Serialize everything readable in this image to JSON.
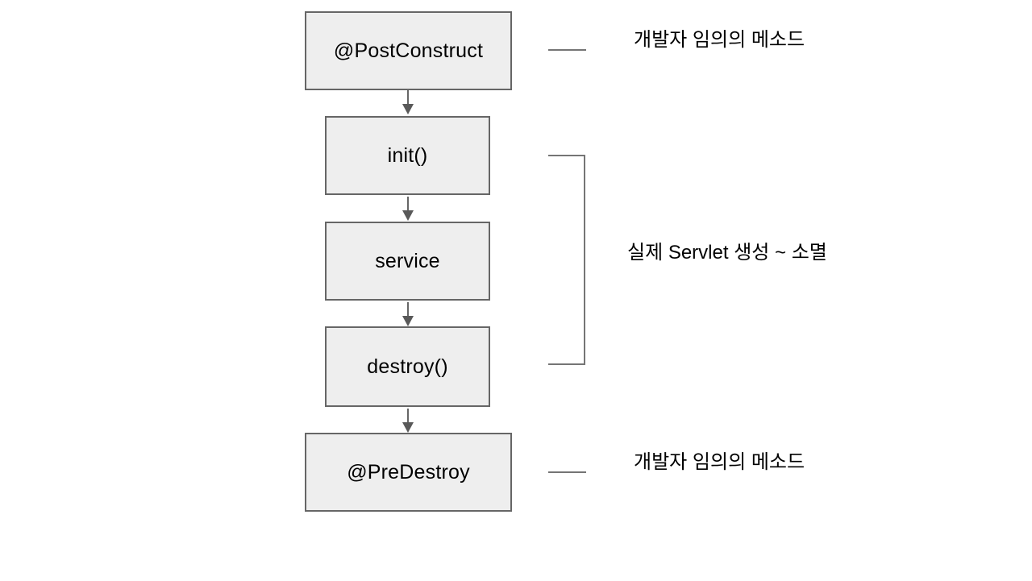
{
  "diagram": {
    "type": "flowchart",
    "nodes": [
      {
        "id": "postconstruct",
        "label": "@PostConstruct"
      },
      {
        "id": "init",
        "label": "init()"
      },
      {
        "id": "service",
        "label": "service"
      },
      {
        "id": "destroy",
        "label": "destroy()"
      },
      {
        "id": "predestroy",
        "label": "@PreDestroy"
      }
    ],
    "edges": [
      {
        "from": "postconstruct",
        "to": "init"
      },
      {
        "from": "init",
        "to": "service"
      },
      {
        "from": "service",
        "to": "destroy"
      },
      {
        "from": "destroy",
        "to": "predestroy"
      }
    ],
    "annotations": [
      {
        "id": "top",
        "label": "개발자 임의의 메소드",
        "attached_to": "postconstruct"
      },
      {
        "id": "middle",
        "label": "실제 Servlet 생성 ~ 소멸",
        "attached_to": "init~destroy"
      },
      {
        "id": "bottom",
        "label": "개발자 임의의 메소드",
        "attached_to": "predestroy"
      }
    ],
    "colors": {
      "background": "#ffffff",
      "box_fill": "#eeeeee",
      "box_border": "#666666",
      "arrow": "#666666",
      "connector_line": "#757575",
      "text": "#000000"
    }
  }
}
